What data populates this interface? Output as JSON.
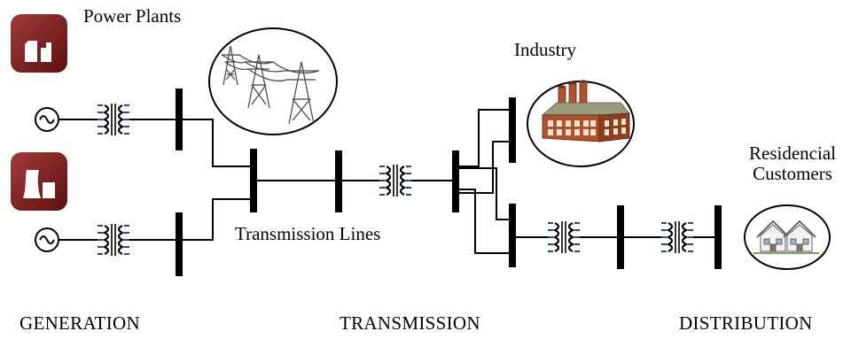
{
  "labels": {
    "power_plants": "Power Plants",
    "industry": "Industry",
    "residential_line1": "Residencial",
    "residential_line2": "Customers",
    "transmission_lines": "Transmission Lines"
  },
  "stages": {
    "generation": "GENERATION",
    "transmission": "TRANSMISSION",
    "distribution": "DISTRIBUTION"
  },
  "icons": {
    "power_plant": "power-plant-icon",
    "transmission_towers": "transmission-tower-icon",
    "factory": "factory-icon",
    "houses": "house-icon",
    "generator": "generator-icon",
    "transformer": "transformer-icon",
    "bus": "busbar"
  },
  "colors": {
    "line": "#000000",
    "plant_icon": "#7d1c1c",
    "transformer_accent": "#2d4a7a",
    "factory_brick": "#b3502d",
    "factory_roof": "#9a9a7a"
  }
}
